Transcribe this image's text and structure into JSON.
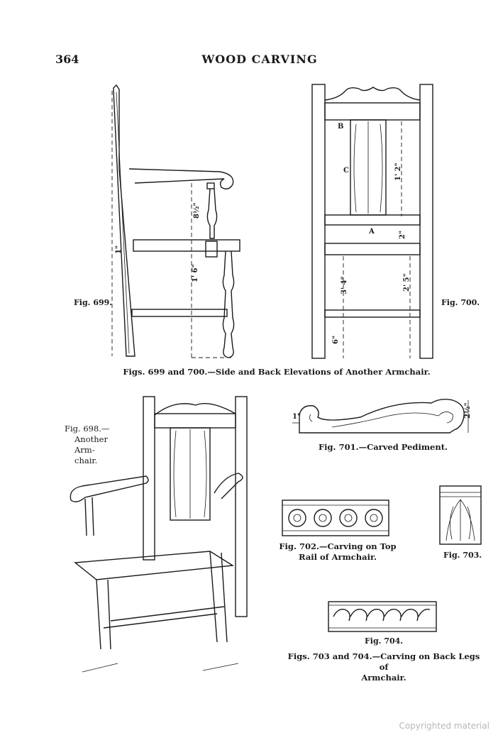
{
  "header": {
    "page_number": "364",
    "running_title": "WOOD CARVING"
  },
  "figures": {
    "fig699": {
      "label": "Fig. 699."
    },
    "fig700": {
      "label": "Fig. 700."
    },
    "caption_699_700": "Figs. 699 and 700.—Side and Back Elevations of Another Armchair.",
    "fig698": {
      "caption_lines": [
        "Fig. 698.—",
        "Another",
        "Arm-",
        "chair."
      ]
    },
    "fig701": {
      "caption": "Fig. 701.—Carved Pediment."
    },
    "fig702": {
      "caption_lines": [
        "Fig. 702.—Carving on Top",
        "Rail of Armchair."
      ]
    },
    "fig703": {
      "label": "Fig. 703."
    },
    "fig704": {
      "label": "Fig. 704."
    },
    "caption_703_704": [
      "Figs. 703 and 704.—Carving on Back Legs of",
      "Armchair."
    ]
  },
  "dimensions": {
    "side": {
      "arm_height": "8½\"",
      "seat_height": "1' 6\"",
      "seat_thick": "1\""
    },
    "back": {
      "letter_b": "B",
      "letter_c": "C",
      "letter_a": "A",
      "splat": "1' 2\"",
      "rail": "2\"",
      "seat_to_floor": "3' 4\"",
      "lower": "2' 5\"",
      "foot": "6\""
    },
    "pediment": {
      "left": "1\"",
      "right": "2½\""
    }
  },
  "footer": {
    "copyright": "Copyrighted material"
  }
}
